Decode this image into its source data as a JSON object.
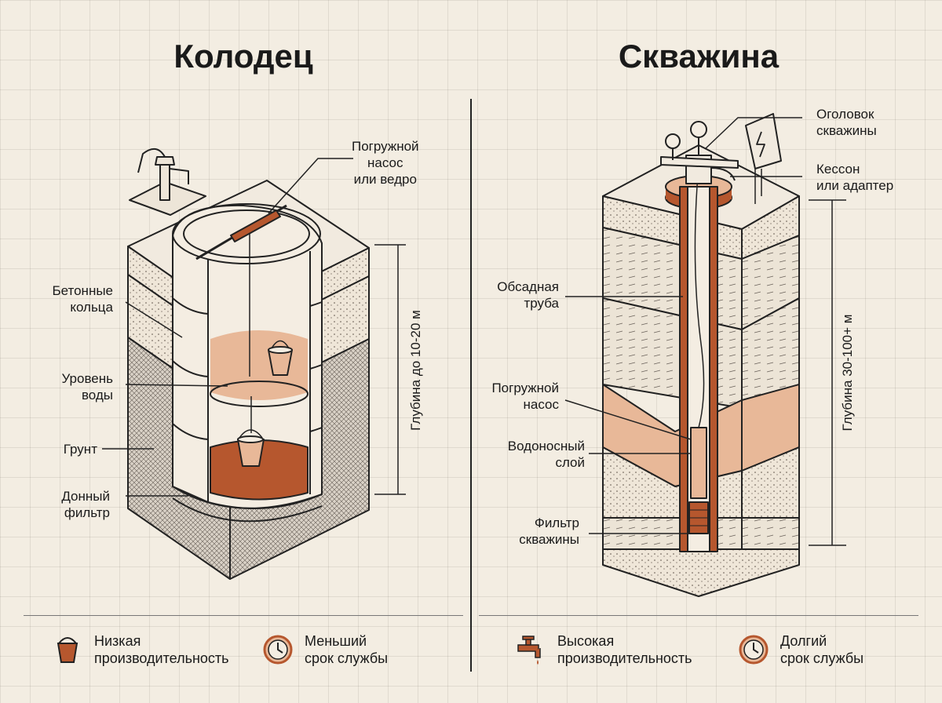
{
  "well": {
    "title": "Колодец",
    "labels": {
      "pump": "Погружной\nнасос\nили ведро",
      "rings": "Бетонные\nкольца",
      "water_level": "Уровень\nводы",
      "soil": "Грунт",
      "bottom_filter": "Донный\nфильтр"
    },
    "depth": "Глубина до 10-20 м",
    "features": [
      {
        "icon": "bucket-icon",
        "text": "Низкая\nпроизводительность"
      },
      {
        "icon": "clock-icon",
        "text": "Меньший\nсрок службы"
      }
    ]
  },
  "borehole": {
    "title": "Скважина",
    "labels": {
      "wellhead": "Оголовок\nскважины",
      "caisson": "Кессон\nили адаптер",
      "casing": "Обсадная\nтруба",
      "pump": "Погружной\nнасос",
      "aquifer": "Водоносный\nслой",
      "filter": "Фильтр\nскважины"
    },
    "depth": "Глубина 30-100+ м",
    "features": [
      {
        "icon": "faucet-icon",
        "text": "Высокая\nпроизводительность"
      },
      {
        "icon": "clock-icon",
        "text": "Долгий\nсрок службы"
      }
    ]
  },
  "colors": {
    "accent": "#b6572e",
    "accent_light": "#e8b898",
    "ink": "#1a1a1a",
    "paper": "#f3ede2"
  }
}
